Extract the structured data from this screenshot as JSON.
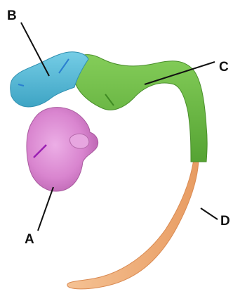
{
  "labels": {
    "a": "A",
    "b": "B",
    "c": "C",
    "d": "D"
  },
  "colors": {
    "background": "#ffffff",
    "region_a": "#d985cf",
    "region_b": "#52b8d6",
    "region_c": "#6ab740",
    "region_d": "#f0b07a",
    "label_text": "#111111"
  }
}
